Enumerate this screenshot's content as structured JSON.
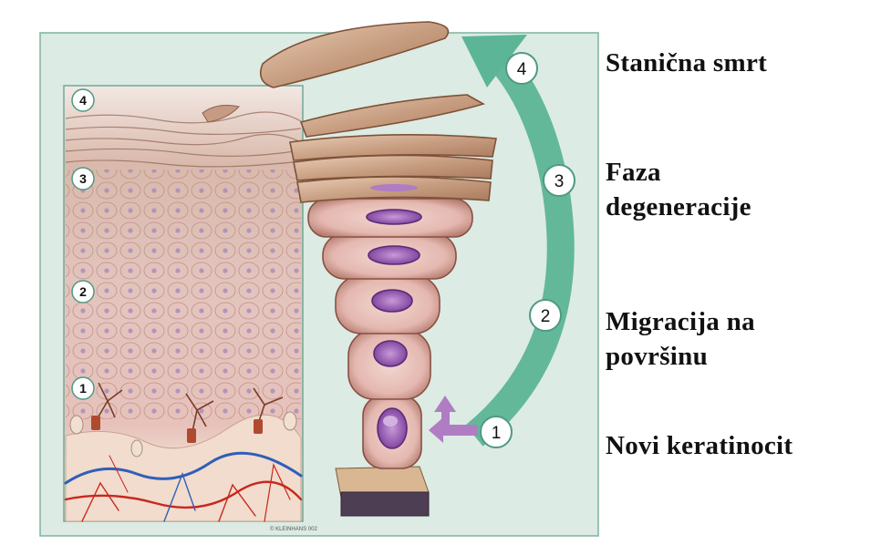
{
  "stages": [
    {
      "number": "1",
      "lines": [
        "Novi keratinocit"
      ]
    },
    {
      "number": "2",
      "lines": [
        "Migracija na",
        "površinu"
      ]
    },
    {
      "number": "3",
      "lines": [
        "Faza",
        "degeneracije"
      ]
    },
    {
      "number": "4",
      "lines": [
        "Stanična smrt"
      ]
    }
  ],
  "credit": "© KLEINHANS 002",
  "colors": {
    "panel_bg": "#dcebe3",
    "panel_border": "#7fb39d",
    "arrow": "#5cb596",
    "tissue_pink": "#e8c3b8",
    "nucleus": "#9a52b8",
    "vessel_red": "#c8281e",
    "vessel_blue": "#2f5fb8",
    "badge_stroke": "#4f9a82"
  }
}
